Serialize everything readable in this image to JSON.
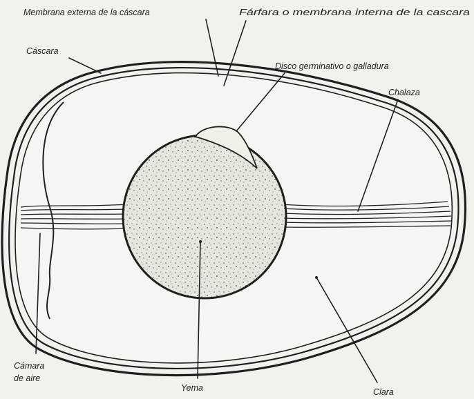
{
  "labels": {
    "outer_membrane": "Membrana externa de la cáscara",
    "inner_membrane": "Fárfara o membrana interna de la cascara",
    "shell": "Cáscara",
    "germinal_disc": "Disco germinativo o galladura",
    "chalaza": "Chalaza",
    "air_cell_line1": "Cámara",
    "air_cell_line2": "de aire",
    "yolk": "Yema",
    "albumen": "Clara"
  },
  "colors": {
    "ink": "#1f1f1f",
    "paper": "#f4f1ec",
    "yolk_fill": "#e6e3dc"
  }
}
